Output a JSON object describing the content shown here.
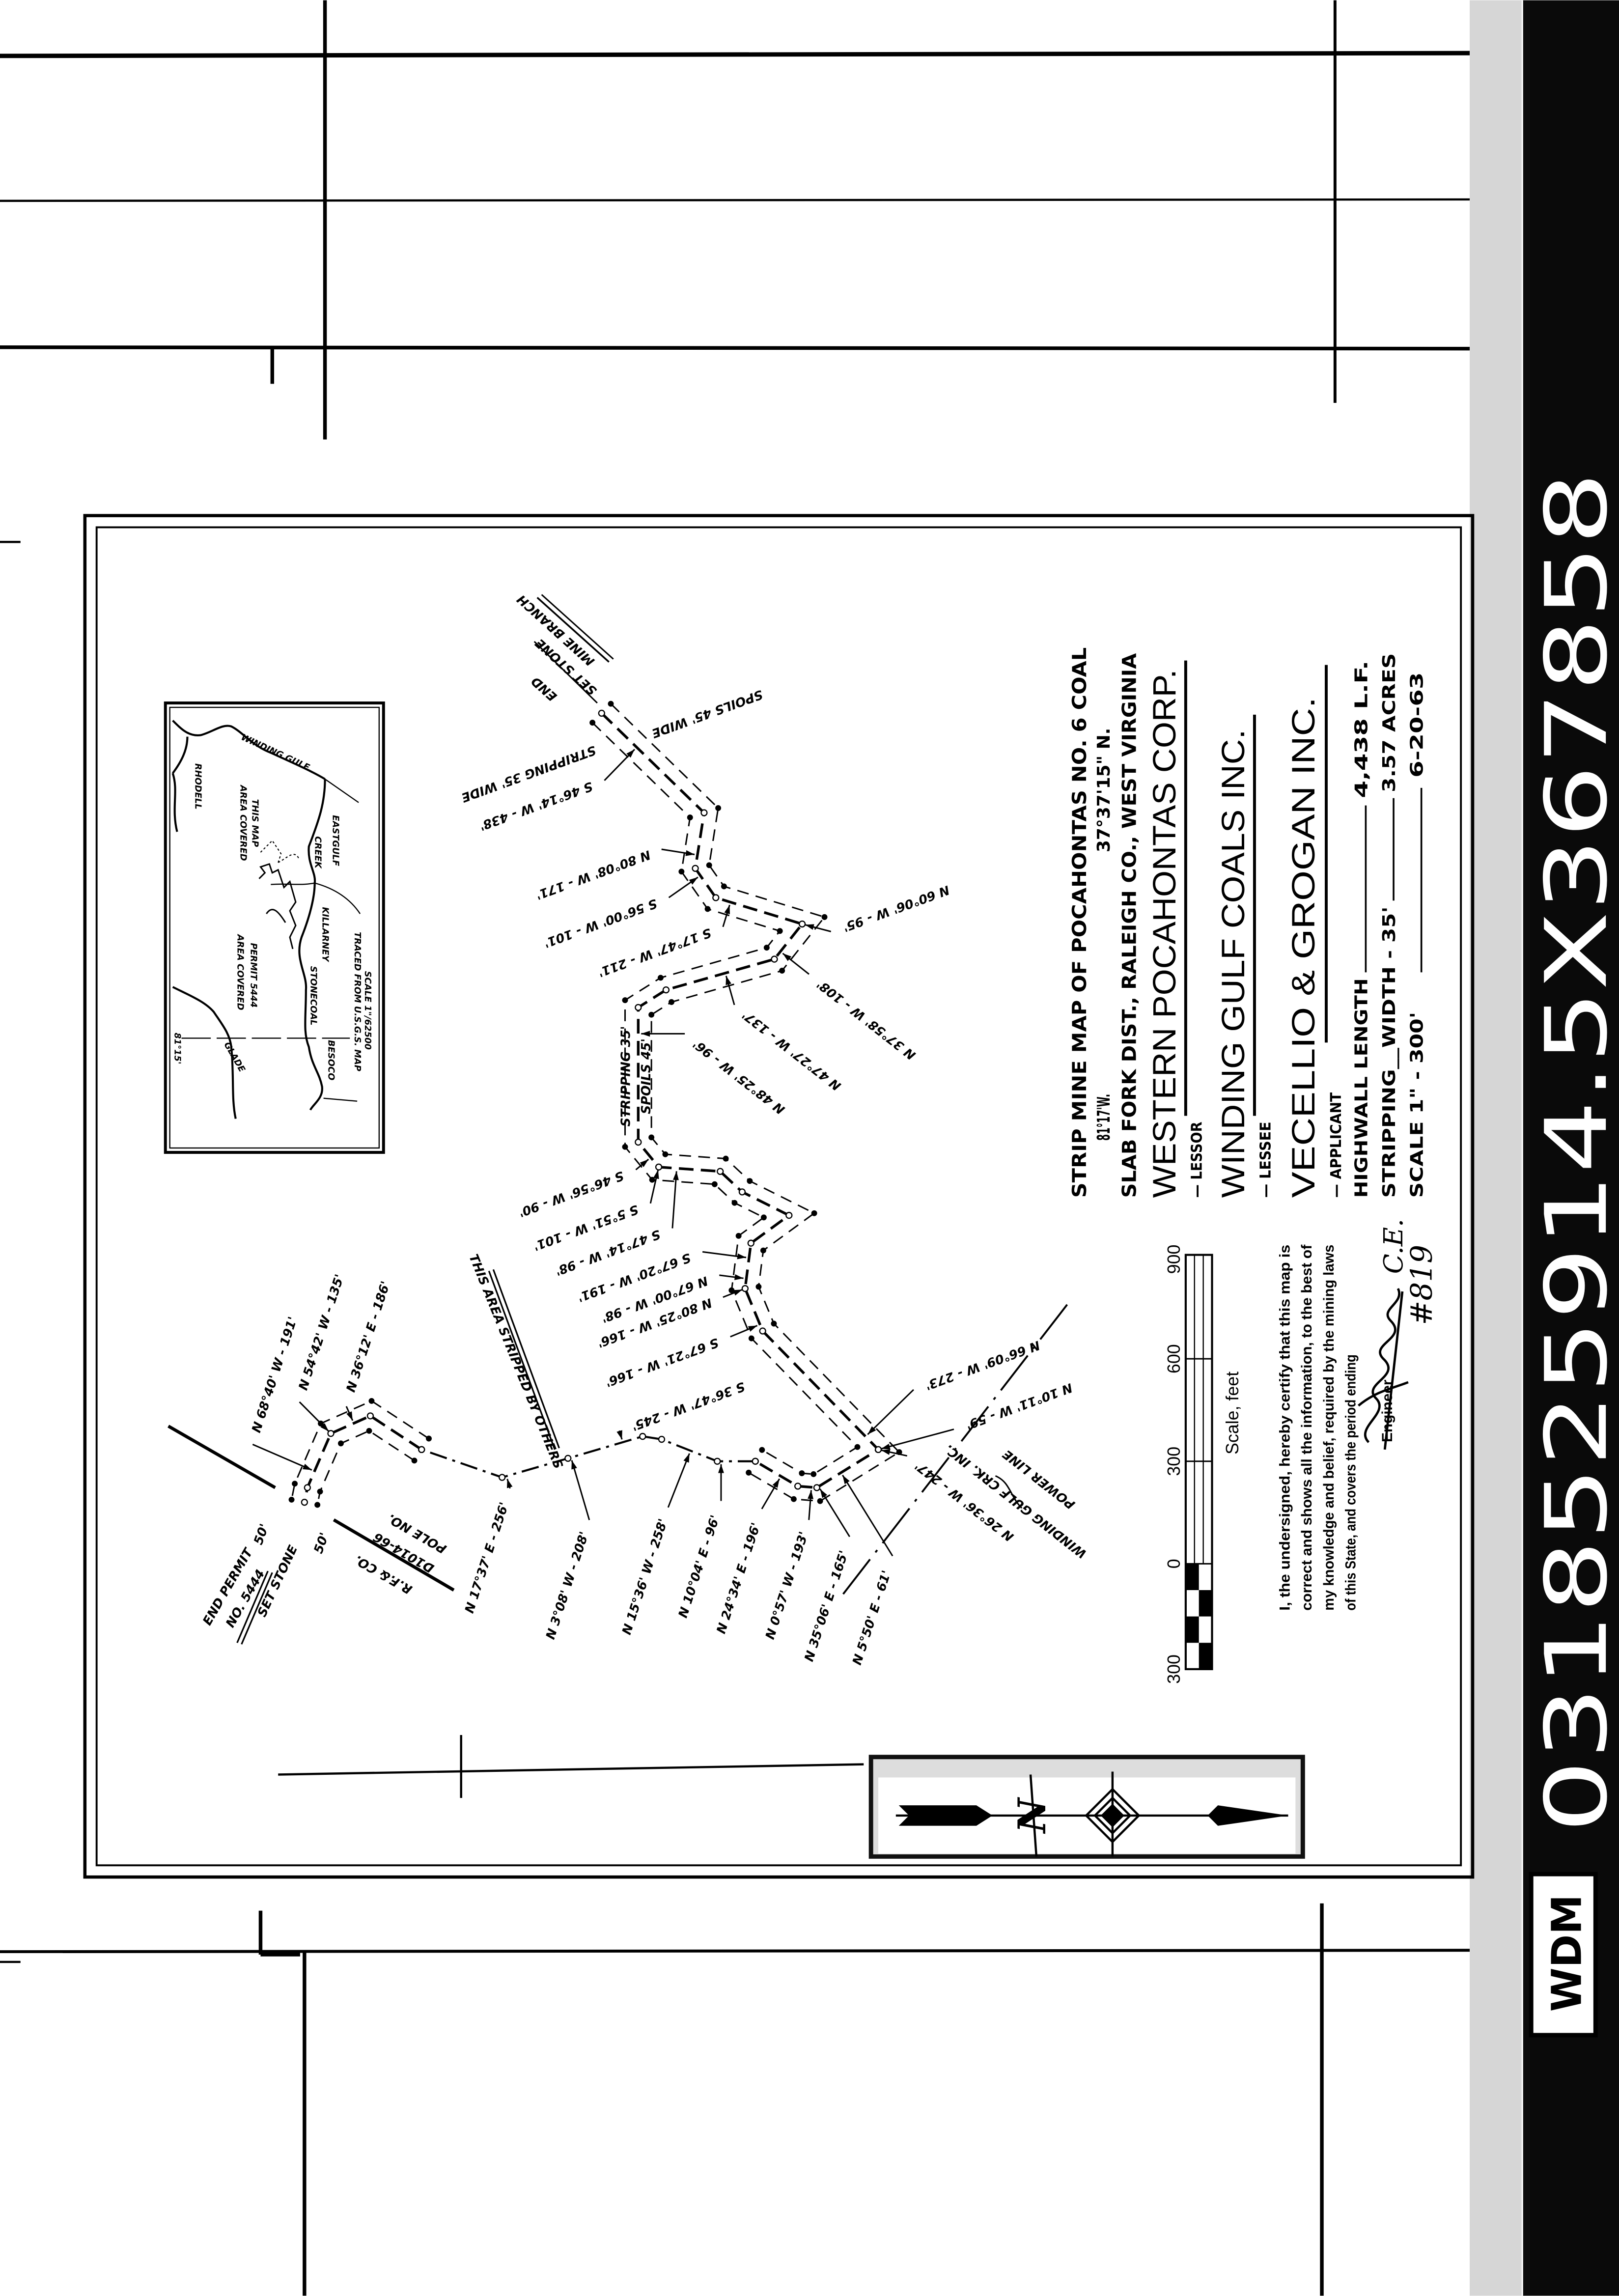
{
  "title_block": {
    "title": "STRIP MINE MAP OF POCAHONTAS NO. 6 COAL",
    "longitude": "81°17'W.",
    "latitude": "37°37'15\" N.",
    "location": "SLAB FORK DIST.,  RALEIGH CO.,  WEST VIRGINIA",
    "lessor": "WESTERN POCAHONTAS CORP.",
    "lessor_label": "— LESSOR",
    "lessee": "WINDING GULF COALS INC.",
    "lessee_label": "— LESSEE",
    "applicant": "VECELLIO & GROGAN INC.",
    "applicant_label": "— APPLICANT",
    "highwall_label": "HIGHWALL LENGTH",
    "highwall_value": "4,438 L.F.",
    "stripping_label": "STRIPPING__WIDTH - 35'",
    "stripping_value": "3.57 ACRES",
    "scale_label": "SCALE 1\" - 300'",
    "date": "6-20-63"
  },
  "scale_bar": {
    "ticks": [
      "300",
      "0",
      "300",
      "600",
      "900"
    ],
    "caption": "Scale, feet"
  },
  "certification": {
    "lines": [
      "I, the undersigned, hereby certify that this map is",
      "correct and shows all the information, to the best of",
      "my knowledge and belief, required by the mining laws",
      "of this State, and covers the period ending"
    ],
    "title_suffix": "C.E.",
    "engineer_label": "Engineer",
    "registration": "#819"
  },
  "inset_map": {
    "labels": [
      "RHODELL",
      "AREA COVERED",
      "THIS MAP",
      "CREEK",
      "EASTGULF",
      "KILLARNEY",
      "AREA COVERED",
      "PERMIT 5444",
      "STONECOAL",
      "BESOCO",
      "TRACED FROM U.S.G.S. MAP",
      "SCALE 1\"/62500",
      "81°15'",
      "GLADE",
      "WINDING GULF"
    ]
  },
  "map_labels": {
    "bearings": [
      "SPOILS 45' WIDE",
      "STRIPPING 35' WIDE",
      "S 46°14' W - 438'",
      "N 80°08' W - 171'",
      "S 56°00' W - 101'",
      "S 17°47' W - 211'",
      "N 60°06' W - 95'",
      "N 37°58' W - 108'",
      "N 47°27' W - 137'",
      "N 48°25' W - 96'",
      "S 46°56' W - 90'",
      "S 5°51' W - 101'",
      "S 47°14' W - 98'",
      "S 67°20' W - 191'",
      "N 67°00' W - 98'",
      "N 80°25' W - 166'",
      "S 67°21' W - 166'",
      "S 36°47' W - 245'",
      "N 66°09' W - 273'",
      "N 10°11' W - 59'",
      "N 26°36' W - 247'",
      "N 3°08' W - 208'",
      "N 15°36' W - 258'",
      "N 10°04' E - 96'",
      "N 24°34' E - 196'",
      "N 0°57' W - 193'",
      "N 35°06' E - 165'",
      "N 5°50' E - 61'",
      "N 17°37' E - 256'",
      "N 36°12' E - 186'",
      "N 54°42' W - 135'",
      "N 68°40' W - 191'"
    ],
    "notes": [
      "THIS AREA STRIPPED BY OTHERS",
      "END PERMIT",
      "NO. 5444",
      "SET STONE",
      "50'",
      "50'",
      "R.F.& CO.",
      "POLE NO.",
      "D1014-66",
      "MINE BRANCH",
      "SET STONE",
      "END",
      "POWER LINE",
      "WINDING GULF CRK. INC.",
      "STRIPPING 35'",
      "SPOILS 45'"
    ]
  },
  "north_arrow": {
    "label": "N"
  },
  "film_strip": {
    "frame_number": "0318525914.5X367858",
    "stamp": "WDM"
  }
}
